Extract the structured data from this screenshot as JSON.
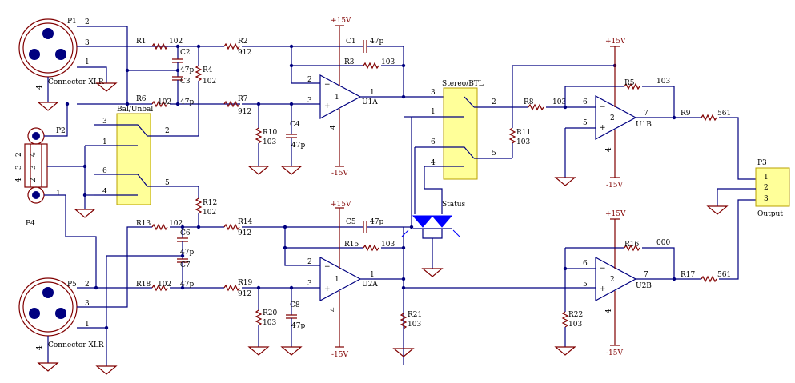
{
  "connectors": {
    "p1": {
      "ref": "P1",
      "name": "Connector XLR",
      "pins": [
        "2",
        "3",
        "1",
        "4"
      ]
    },
    "p5": {
      "ref": "P5",
      "name": "Connector XLR",
      "pins": [
        "2",
        "3",
        "1",
        "4"
      ]
    },
    "p2": {
      "ref": "P2"
    },
    "p4": {
      "ref": "P4",
      "pin": "1",
      "side_pins": [
        "2",
        "3",
        "4",
        "4",
        "3",
        "2"
      ]
    },
    "p3": {
      "ref": "P3",
      "name": "Output",
      "pins": [
        "1",
        "2",
        "3"
      ]
    }
  },
  "resistors": [
    {
      "id": "r1",
      "ref": "R1",
      "value": "102"
    },
    {
      "id": "r2",
      "ref": "R2",
      "value": "912"
    },
    {
      "id": "r3",
      "ref": "R3",
      "value": "103"
    },
    {
      "id": "r4",
      "ref": "R4",
      "value": "102"
    },
    {
      "id": "r5",
      "ref": "R5",
      "value": "103"
    },
    {
      "id": "r6",
      "ref": "R6",
      "value": "102"
    },
    {
      "id": "r7",
      "ref": "R7",
      "value": "912"
    },
    {
      "id": "r8",
      "ref": "R8",
      "value": "103"
    },
    {
      "id": "r9",
      "ref": "R9",
      "value": "561"
    },
    {
      "id": "r10",
      "ref": "R10",
      "value": "103"
    },
    {
      "id": "r11",
      "ref": "R11",
      "value": "103"
    },
    {
      "id": "r12",
      "ref": "R12",
      "value": "102"
    },
    {
      "id": "r13",
      "ref": "R13",
      "value": "102"
    },
    {
      "id": "r14",
      "ref": "R14",
      "value": "912"
    },
    {
      "id": "r15",
      "ref": "R15",
      "value": "103"
    },
    {
      "id": "r16",
      "ref": "R16",
      "value": "000"
    },
    {
      "id": "r17",
      "ref": "R17",
      "value": "561"
    },
    {
      "id": "r18",
      "ref": "R18",
      "value": "102"
    },
    {
      "id": "r19",
      "ref": "R19",
      "value": "912"
    },
    {
      "id": "r20",
      "ref": "R20",
      "value": "103"
    },
    {
      "id": "r21",
      "ref": "R21",
      "value": "103"
    },
    {
      "id": "r22",
      "ref": "R22",
      "value": "103"
    }
  ],
  "capacitors": [
    {
      "id": "c1",
      "ref": "C1",
      "value": "47p"
    },
    {
      "id": "c2",
      "ref": "C2",
      "value": "47p"
    },
    {
      "id": "c3",
      "ref": "C3",
      "value": "47p"
    },
    {
      "id": "c4",
      "ref": "C4",
      "value": "47p"
    },
    {
      "id": "c5",
      "ref": "C5",
      "value": "47p"
    },
    {
      "id": "c6",
      "ref": "C6",
      "value": "47p"
    },
    {
      "id": "c7",
      "ref": "C7",
      "value": "47p"
    },
    {
      "id": "c8",
      "ref": "C8",
      "value": "47p"
    }
  ],
  "opamps": [
    {
      "id": "u1a",
      "ref": "U1A",
      "unit": "1",
      "pins": {
        "inv": "2",
        "non": "3",
        "out": "1",
        "vneg": "4"
      }
    },
    {
      "id": "u2a",
      "ref": "U2A",
      "unit": "1",
      "pins": {
        "inv": "2",
        "non": "3",
        "out": "1",
        "vneg": "4"
      }
    },
    {
      "id": "u1b",
      "ref": "U1B",
      "unit": "2",
      "pins": {
        "inv": "6",
        "non": "5",
        "out": "7",
        "vneg": "4"
      }
    },
    {
      "id": "u2b",
      "ref": "U2B",
      "unit": "2",
      "pins": {
        "inv": "6",
        "non": "5",
        "out": "7",
        "vneg": "4"
      }
    }
  ],
  "switches": {
    "bal_unbal": {
      "label": "Bal/Unbal",
      "pins": [
        "3",
        "1",
        "2",
        "6",
        "4",
        "5"
      ]
    },
    "stereo_btl": {
      "label": "Stereo/BTL",
      "pins": [
        "3",
        "1",
        "2",
        "6",
        "4",
        "5"
      ]
    }
  },
  "power": {
    "positive": "+15V",
    "negative": "-15V"
  },
  "status_label": "Status",
  "colors": {
    "wire": "#000080",
    "component": "#800000",
    "switch_fill": "#ffff99",
    "led": "#0000ff"
  }
}
